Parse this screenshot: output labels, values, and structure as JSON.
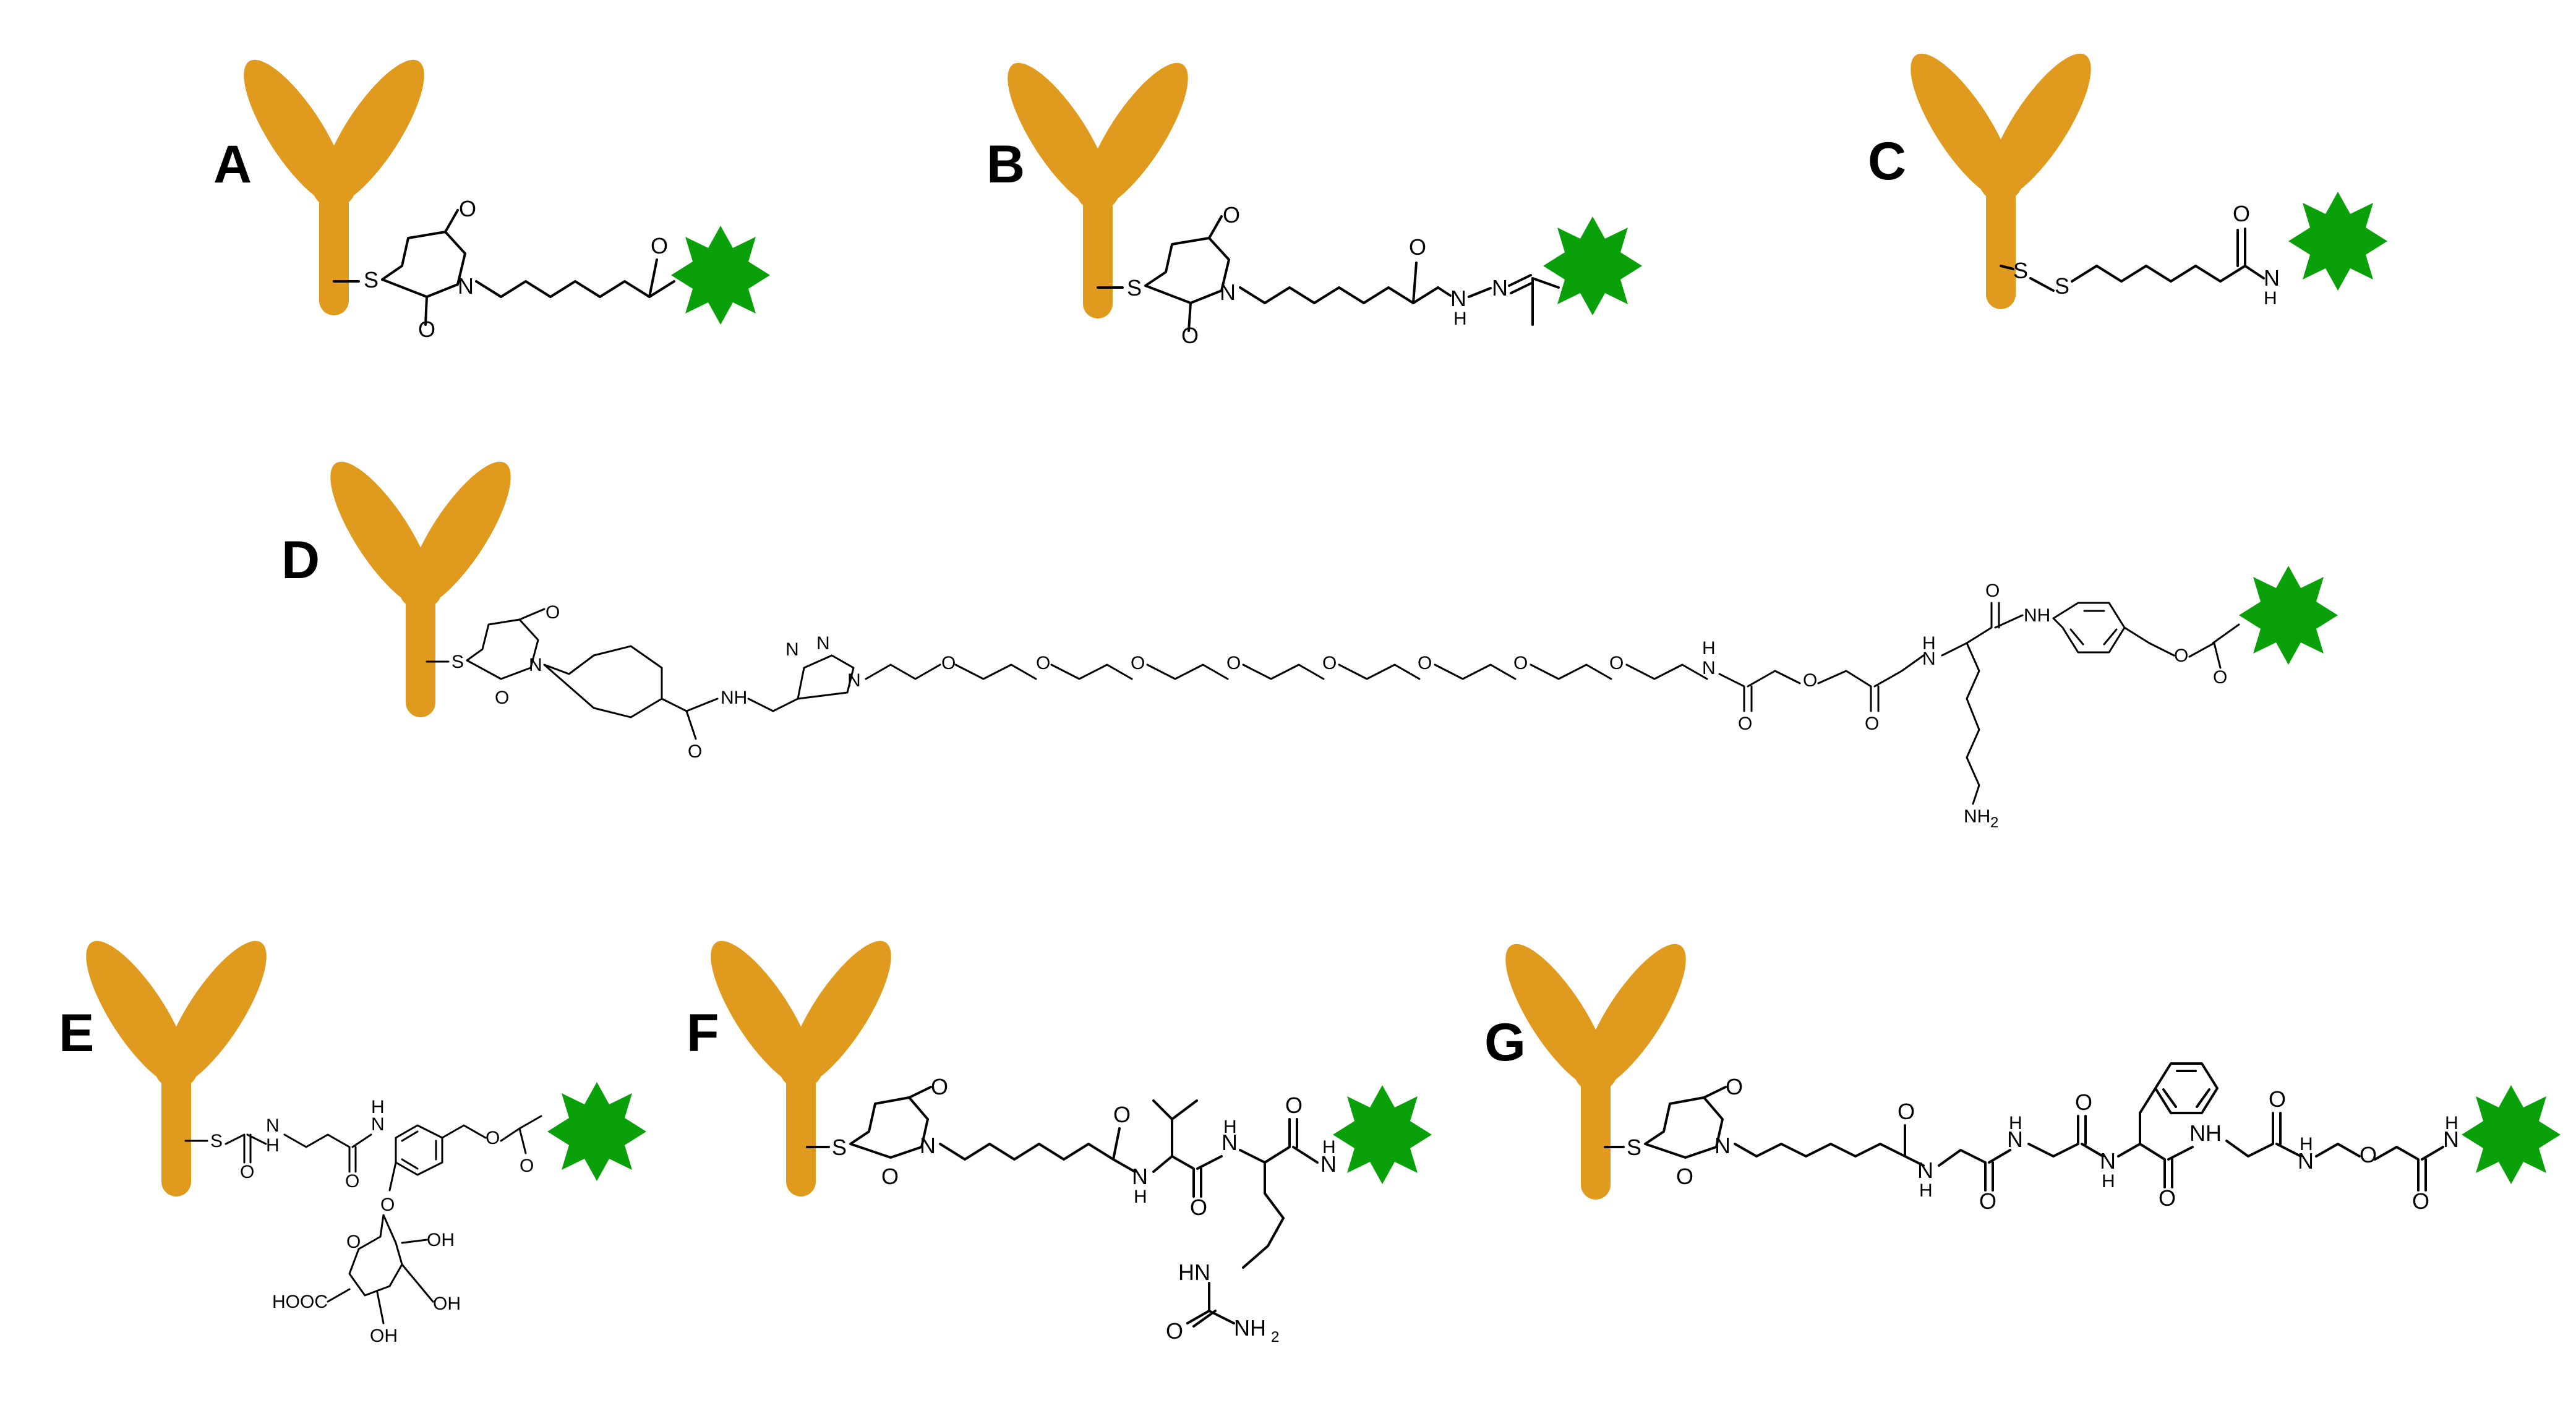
{
  "panels": [
    {
      "id": "A",
      "label": "A",
      "atoms": {
        "S": "S",
        "N": "N",
        "O1": "O",
        "O2": "O",
        "O3": "O"
      }
    },
    {
      "id": "B",
      "label": "B",
      "atoms": {
        "S": "S",
        "N": "N",
        "O1": "O",
        "O2": "O",
        "O3": "O",
        "NH": "H",
        "N1": "N",
        "N2": "N",
        "N3": "N"
      }
    },
    {
      "id": "C",
      "label": "C",
      "atoms": {
        "S1": "S",
        "S2": "S",
        "O": "O",
        "N": "N",
        "H": "H"
      }
    },
    {
      "id": "D",
      "label": "D",
      "atoms": {
        "S": "S",
        "N": "N",
        "O": "O",
        "H": "H",
        "NH": "NH",
        "NH2": "NH",
        "NH2_sub": "2",
        "N_triazole": "N"
      }
    },
    {
      "id": "E",
      "label": "E",
      "atoms": {
        "S": "S",
        "N": "N",
        "H": "H",
        "O": "O",
        "OH": "OH",
        "HOOC": "HOOC"
      }
    },
    {
      "id": "F",
      "label": "F",
      "atoms": {
        "S": "S",
        "N": "N",
        "O": "O",
        "H": "H",
        "HN": "HN",
        "NH": "NH",
        "NH2": "NH",
        "NH2_sub": "2"
      }
    },
    {
      "id": "G",
      "label": "G",
      "atoms": {
        "S": "S",
        "N": "N",
        "O": "O",
        "H": "H",
        "NH": "NH"
      }
    }
  ],
  "colors": {
    "antibody": "#e09a1e",
    "payload": "#0aa00a",
    "bond": "#000000"
  },
  "icons": {
    "antibody": "antibody-icon",
    "payload": "drug-payload-icon"
  }
}
